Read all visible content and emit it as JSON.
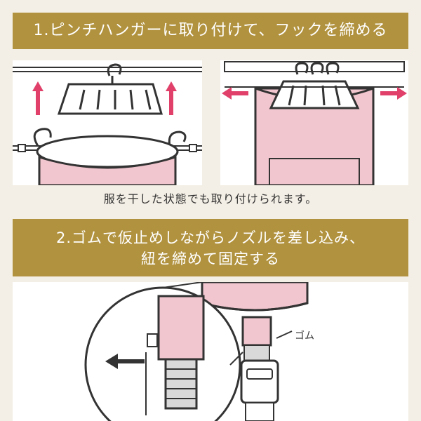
{
  "step1": {
    "title": "1.ピンチハンガーに取り付けて、フックを締める"
  },
  "caption": "服を干した状態でも取り付けられます。",
  "step2": {
    "title_line1": "2.ゴムで仮止めしながらノズルを差し込み、",
    "title_line2": "紐を締めて固定する"
  },
  "labels": {
    "rubber": "ゴム"
  },
  "colors": {
    "banner": "#b1923f",
    "pink": "#f2c6cf",
    "arrow": "#e0406a",
    "background": "#f4efe6"
  },
  "icons": [
    "up-arrow-icon",
    "left-right-arrow-icon",
    "left-arrow-icon"
  ]
}
